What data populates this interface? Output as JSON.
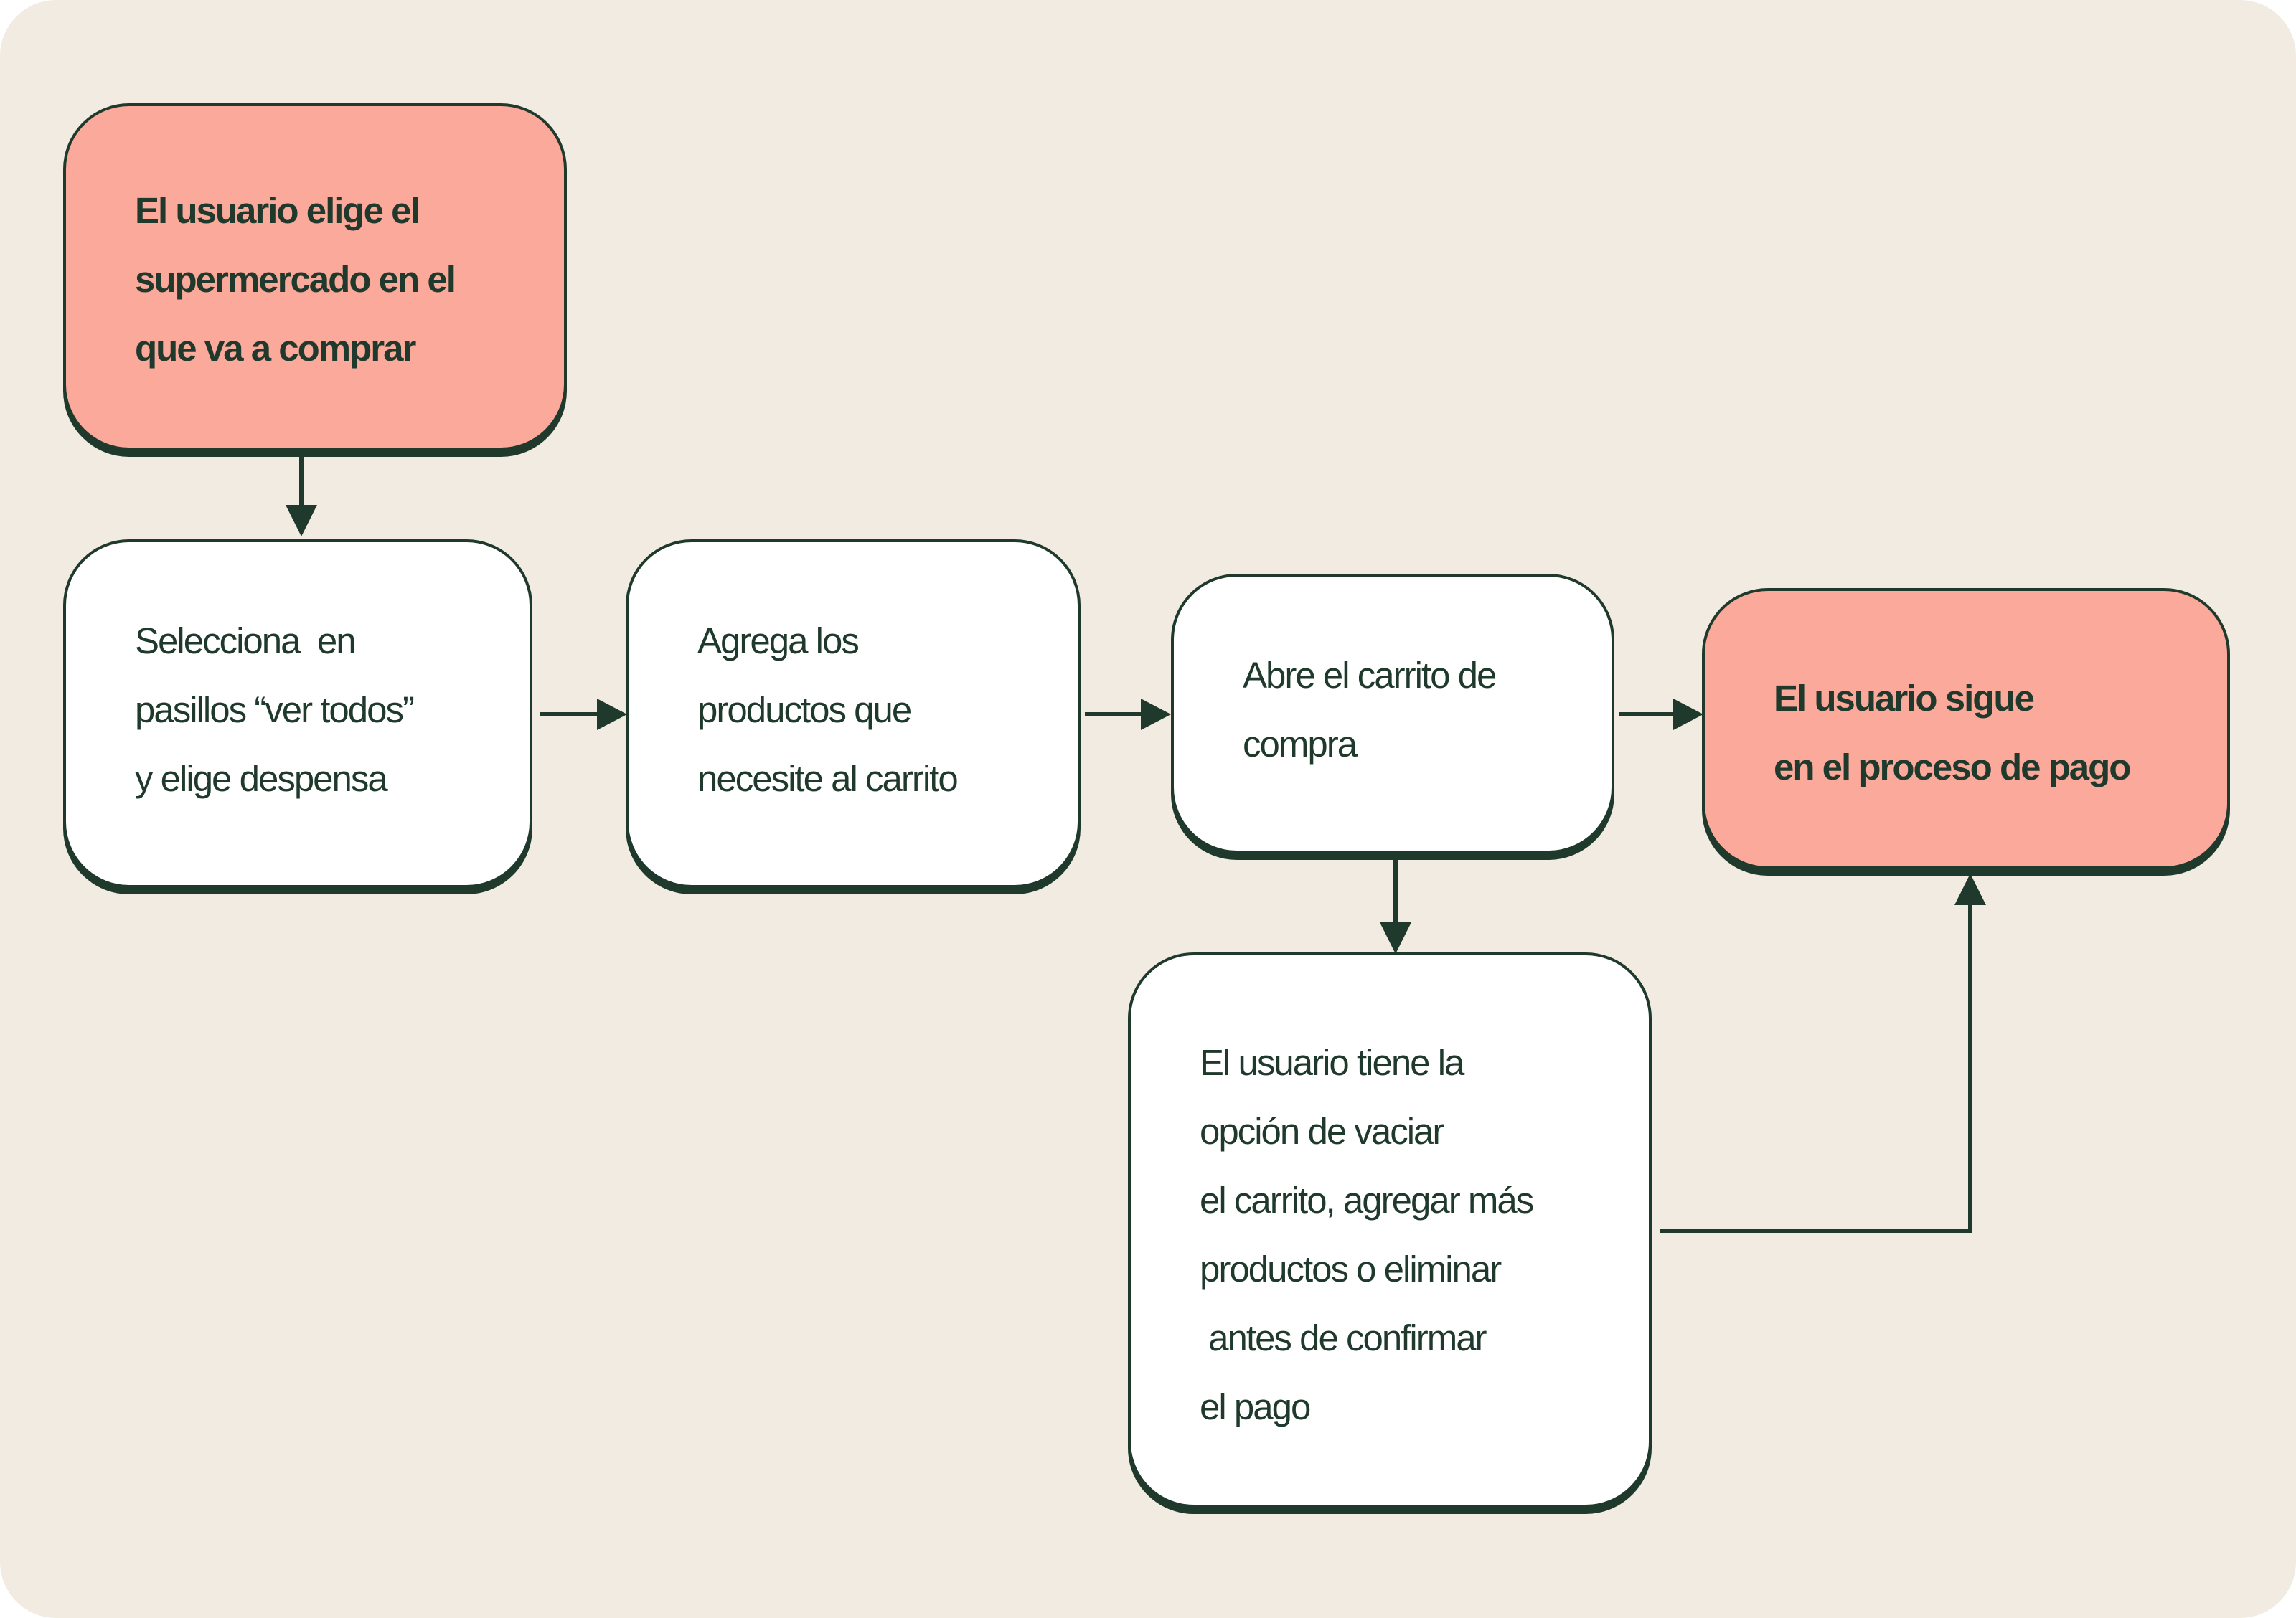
{
  "colors": {
    "background": "#f1ebe1",
    "highlight": "#fba99b",
    "step": "#ffffff",
    "ink": "#1f3a2c"
  },
  "nodes": {
    "start": "El usuario elige el\nsupermercado en el\nque va a comprar",
    "select_aisle": "Selecciona  en\npasillos “ver todos”\ny elige despensa",
    "add_products": "Agrega los\nproductos que\nnecesite al carrito",
    "open_cart": "Abre el carrito de\ncompra",
    "cart_options": "El usuario tiene la\nopción de vaciar\nel carrito, agregar más\nproductos o eliminar\n antes de confirmar\nel pago",
    "end": "El usuario sigue\nen el proceso de pago"
  }
}
